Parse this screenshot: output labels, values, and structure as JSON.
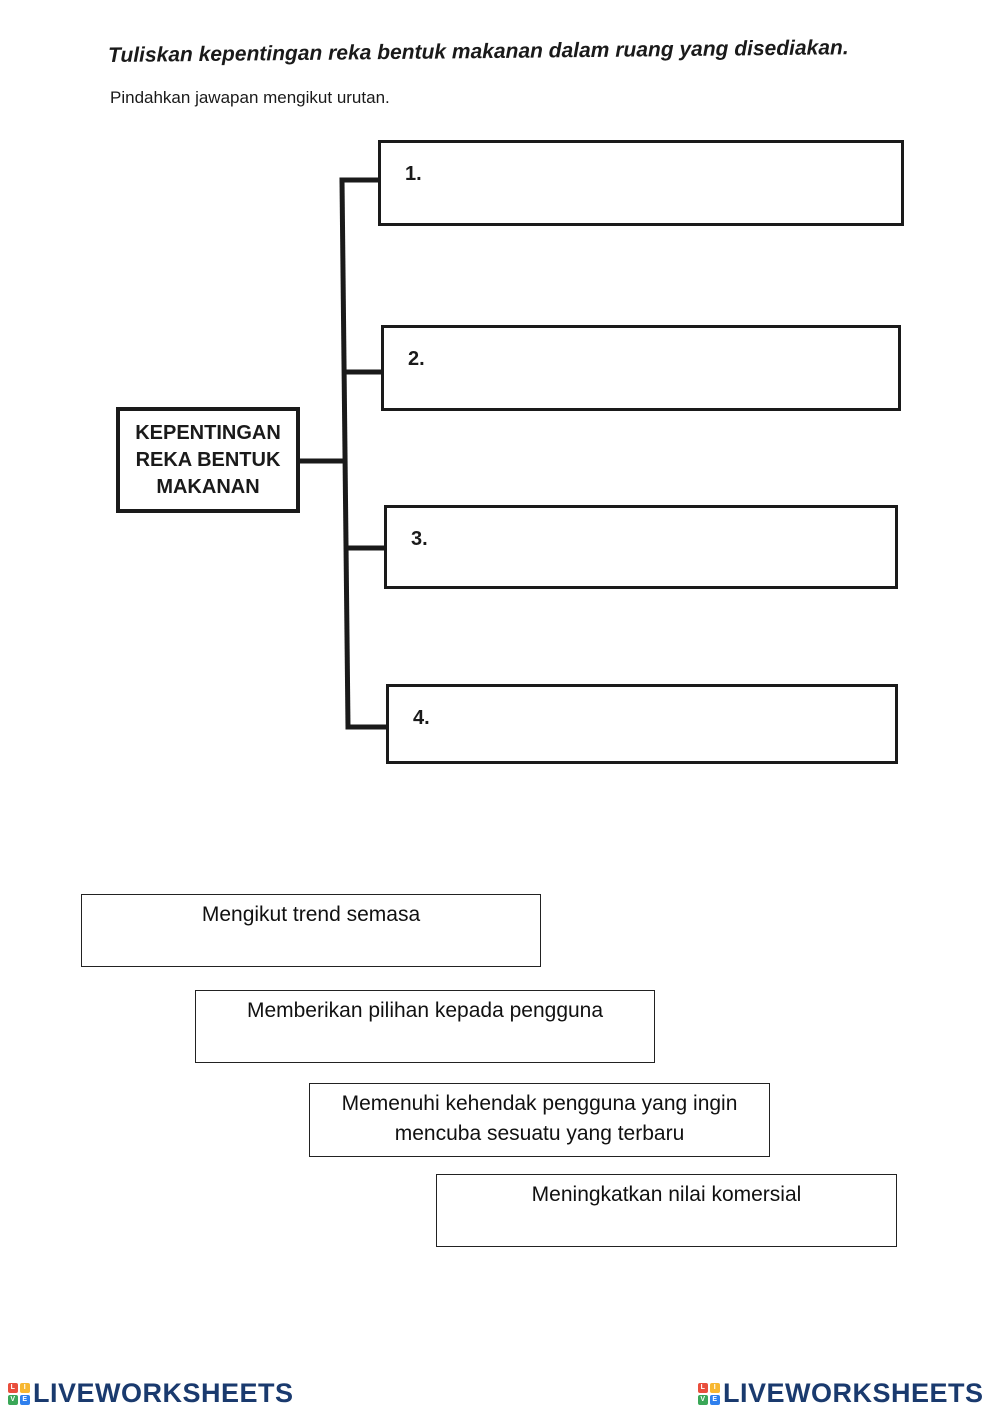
{
  "header": {
    "title": "Tuliskan kepentingan reka bentuk makanan dalam ruang yang disediakan.",
    "subtitle": "Pindahkan jawapan mengikut urutan."
  },
  "diagram": {
    "center_lines": [
      "KEPENTINGAN",
      "REKA BENTUK",
      "MAKANAN"
    ],
    "slots": [
      "1.",
      "2.",
      "3.",
      "4."
    ]
  },
  "answer_cards": [
    "Mengikut trend semasa",
    "Memberikan pilihan kepada pengguna",
    "Memenuhi kehendak pengguna yang ingin mencuba sesuatu yang terbaru",
    "Meningkatkan nilai komersial"
  ],
  "footer": {
    "brand": "LIVEWORKSHEETS",
    "logo_letters": [
      "L",
      "I",
      "V",
      "E"
    ],
    "logo_colors": [
      "#e94e3c",
      "#f7b731",
      "#3aa757",
      "#2f80ed"
    ]
  }
}
